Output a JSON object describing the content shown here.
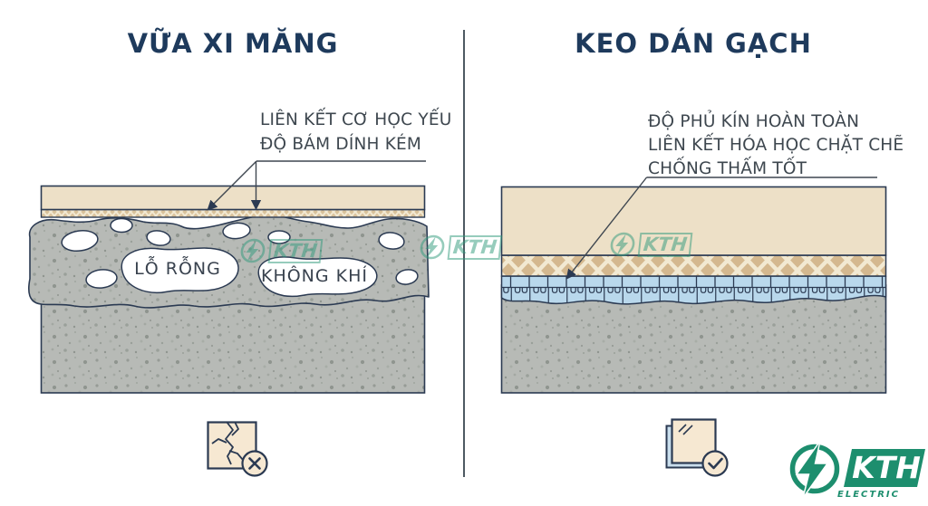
{
  "left_panel": {
    "title": "VỮA XI MĂNG",
    "annotation": {
      "line1": "LIÊN KẾT CƠ HỌC YẾU",
      "line2": "ĐỘ BÁM DÍNH KÉM"
    },
    "labels": {
      "void_label": "LỖ RỖNG",
      "air_label": "KHÔNG KHÍ"
    },
    "icon": "cracked-tile-rejected"
  },
  "right_panel": {
    "title": "KEO DÁN GẠCH",
    "annotation": {
      "line1": "ĐỘ PHỦ KÍN HOÀN TOÀN",
      "line2": "LIÊN KẾT HÓA HỌC CHẶT CHẼ",
      "line3": "CHỐNG THẤM TỐT"
    },
    "icon": "tile-approved"
  },
  "watermark": {
    "text": "KTH"
  },
  "logo": {
    "brand": "KTH",
    "subtitle": "ELECTRIC"
  },
  "colors": {
    "title_navy": "#1E3A5C",
    "outline_navy": "#2B3A52",
    "annotation_gray": "#3E474F",
    "tile_cream": "#EDE0C7",
    "mortar_strip_tan": "#D9C29B",
    "adhesive_bed_tan": "#D4B88F",
    "pattern_cream": "#F2E9D2",
    "adhesive_blue": "#B9D8EC",
    "concrete_gray": "#B7BAB6",
    "icon_tile_cream": "#F6E8D2",
    "icon_tile_blue": "#C9DEED",
    "brand_green": "#1D8E6E",
    "divider_gray": "#4E5962"
  }
}
